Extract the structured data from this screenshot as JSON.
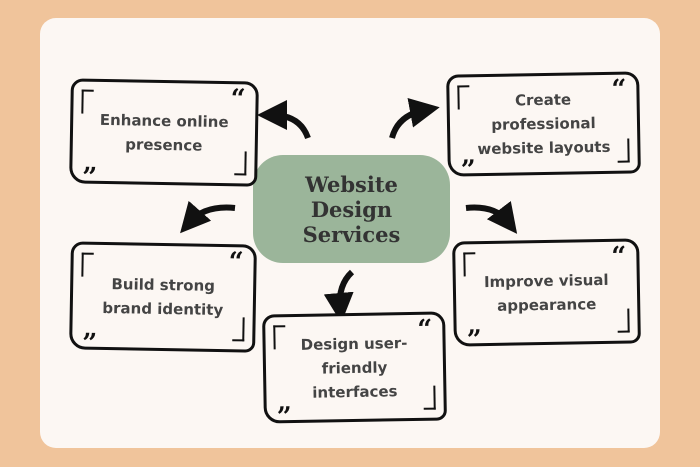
{
  "center": {
    "title": "Website Design Services"
  },
  "boxes": [
    {
      "label": "Enhance online presence"
    },
    {
      "label": "Create professional website layouts"
    },
    {
      "label": "Build strong brand identity"
    },
    {
      "label": "Improve visual appearance"
    },
    {
      "label": "Design user-friendly interfaces"
    }
  ],
  "quote_open": "“",
  "quote_close": "”",
  "colors": {
    "background": "#f0c49b",
    "panel": "#fcf7f3",
    "center": "#9bb59a",
    "text": "#444444"
  }
}
